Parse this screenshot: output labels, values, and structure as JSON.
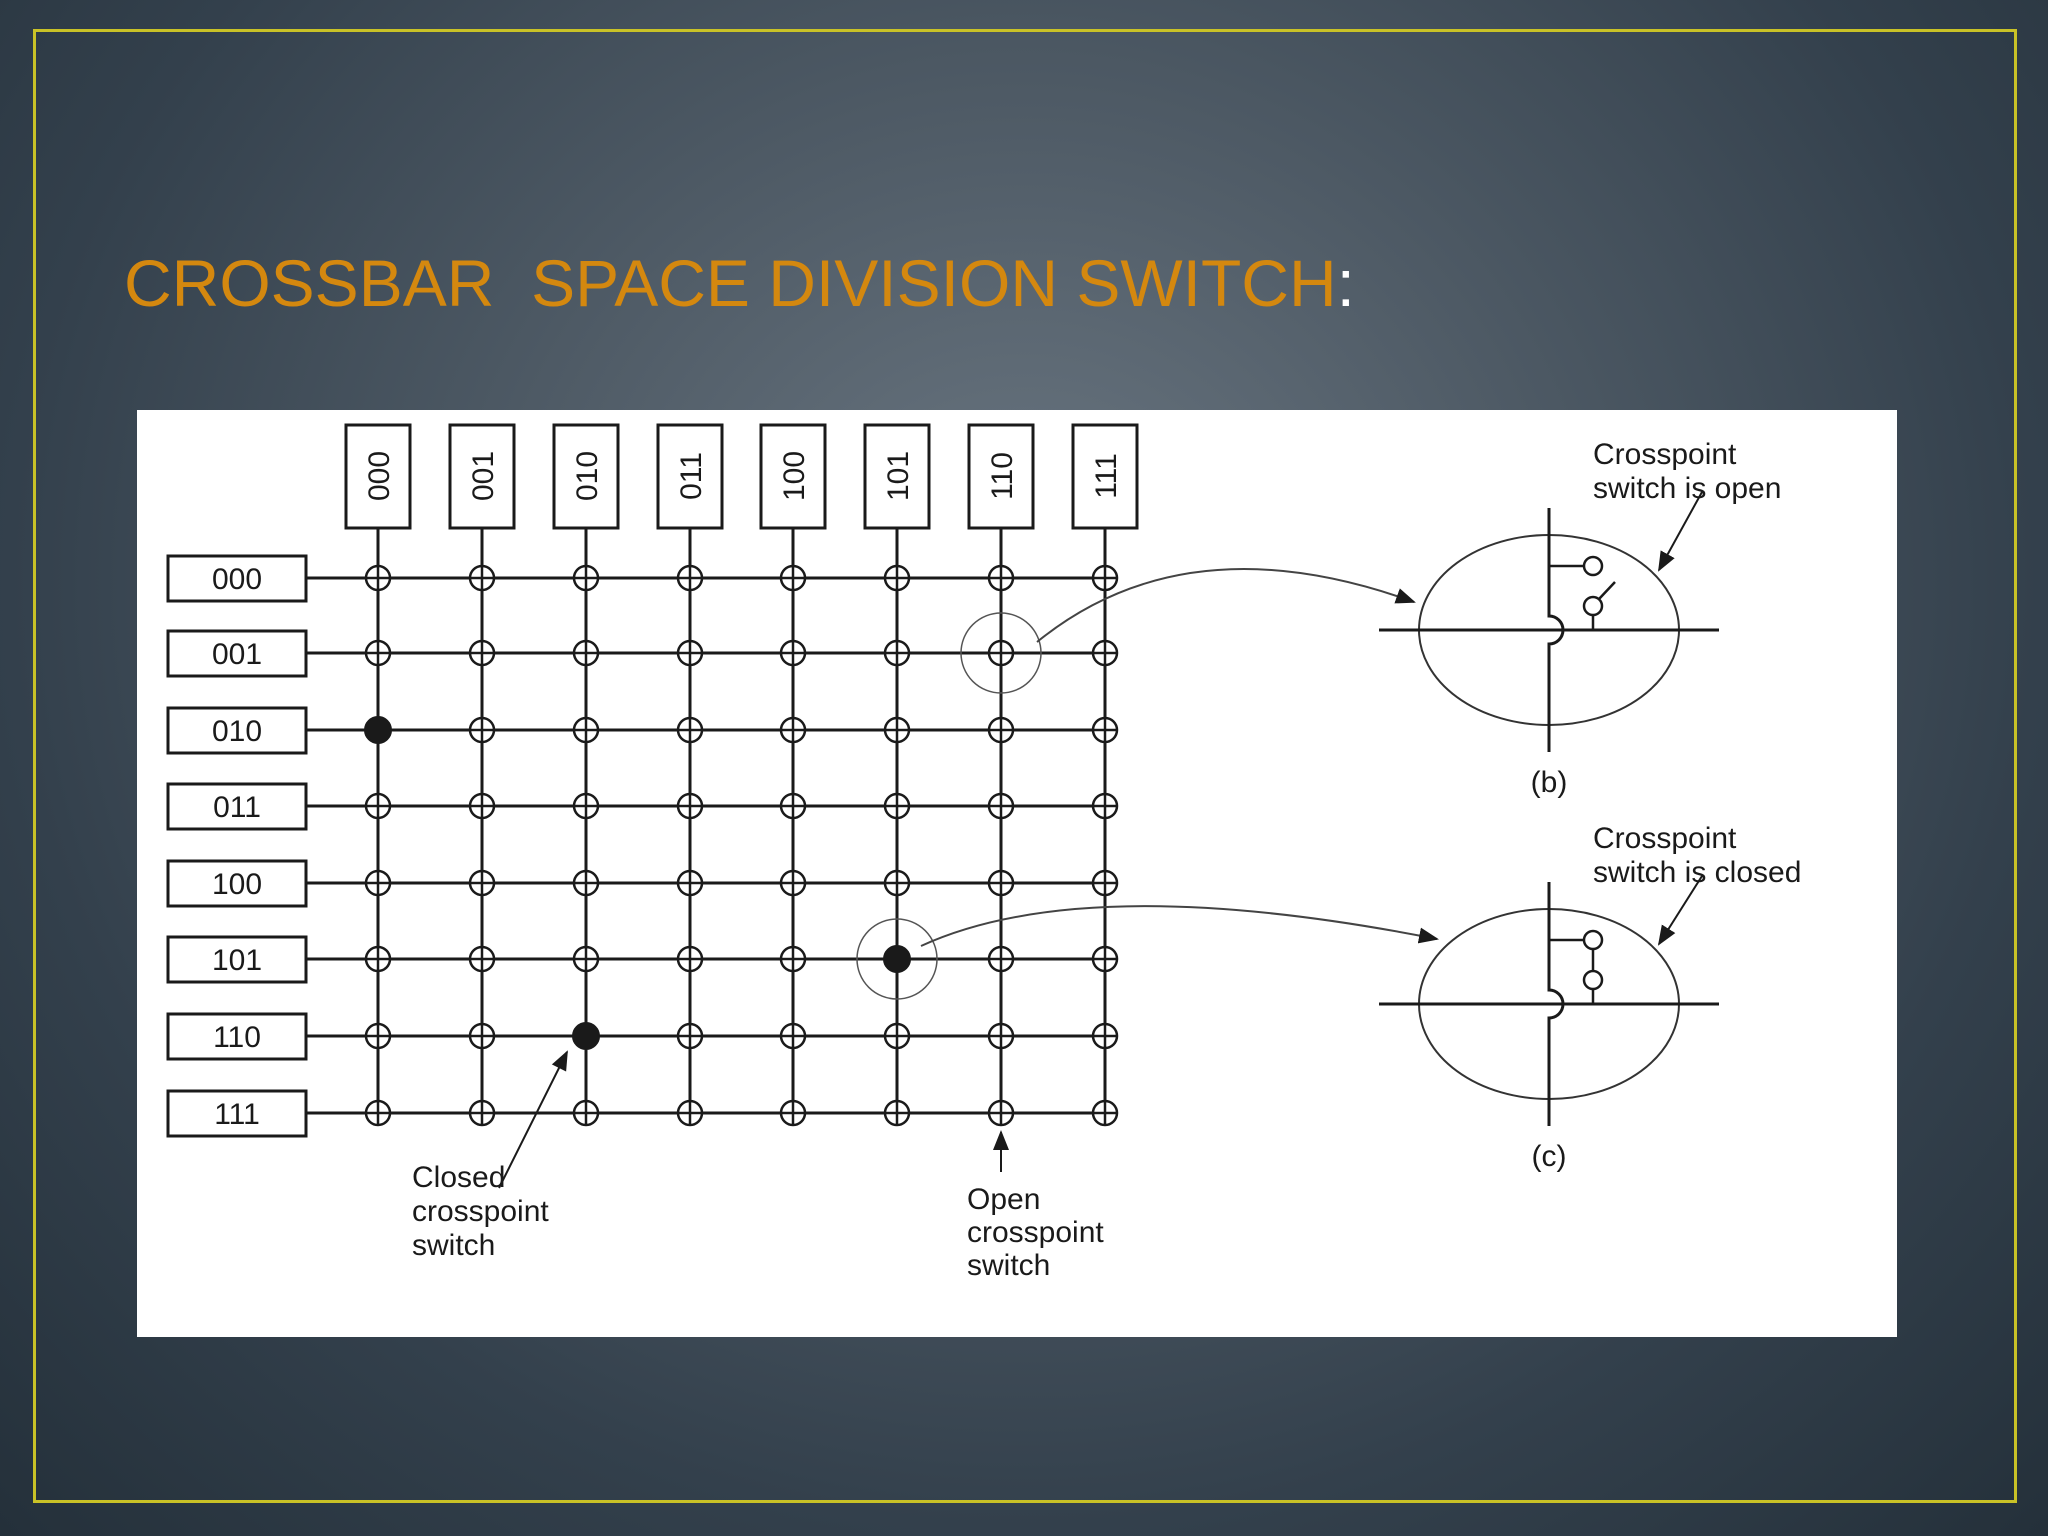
{
  "slide": {
    "title": "CROSSBAR  SPACE DIVISION SWITCH",
    "title_colon": ":"
  },
  "diagram": {
    "column_labels": [
      "000",
      "001",
      "010",
      "011",
      "100",
      "101",
      "110",
      "111"
    ],
    "row_labels": [
      "000",
      "001",
      "010",
      "011",
      "100",
      "101",
      "110",
      "111"
    ],
    "closed_crosspoints": [
      [
        2,
        0
      ],
      [
        5,
        5
      ],
      [
        6,
        2
      ]
    ],
    "highlighted_crosspoints": [
      [
        1,
        6
      ],
      [
        5,
        5
      ]
    ],
    "annotations": {
      "closed_label": [
        "Closed",
        "crosspoint",
        "switch"
      ],
      "open_label": [
        "Open",
        "crosspoint",
        "switch"
      ],
      "detail_b_caption": [
        "Crosspoint",
        "switch is open"
      ],
      "detail_b_tag": "(b)",
      "detail_c_caption": [
        "Crosspoint",
        "switch is closed"
      ],
      "detail_c_tag": "(c)"
    }
  },
  "colors": {
    "title": "#d4880f",
    "frame": "#c9c227",
    "ink": "#1a1a1a"
  }
}
